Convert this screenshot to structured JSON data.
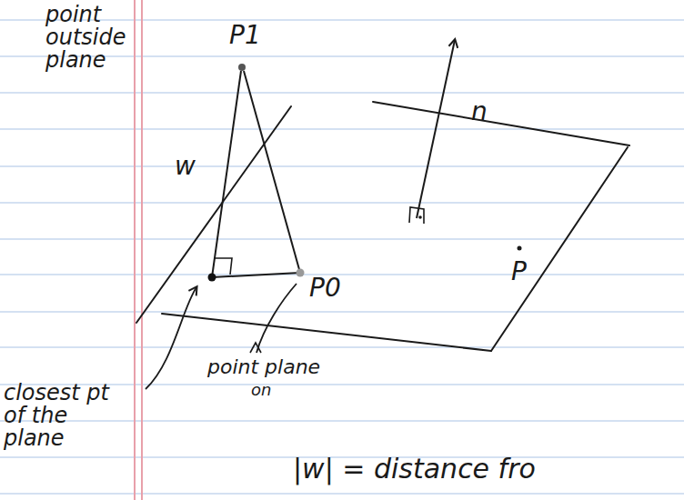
{
  "diagram": {
    "labels": [
      "point outside plane",
      "P1",
      "w",
      "n",
      "P0",
      "P",
      "point plane",
      "on",
      "closest pt of the plane",
      "|w| = distance fro"
    ]
  }
}
